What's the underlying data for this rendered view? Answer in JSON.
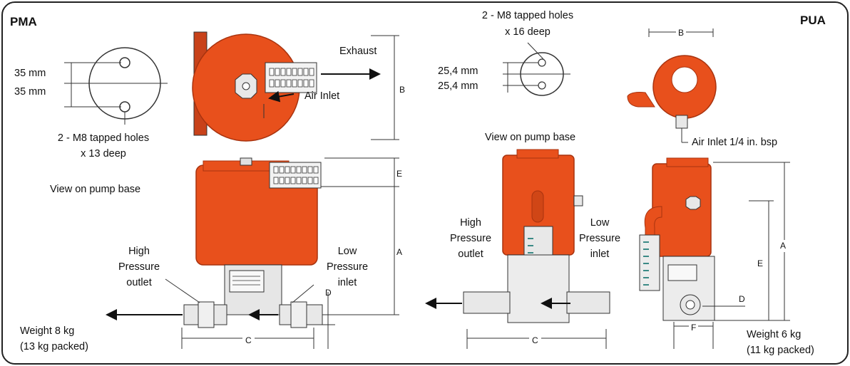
{
  "pma": {
    "title": "PMA",
    "hole_spacing_1": "35 mm",
    "hole_spacing_2": "35 mm",
    "holes_line1": "2 - M8 tapped holes",
    "holes_line2": "x 13 deep",
    "view_label": "View on pump base",
    "exhaust": "Exhaust",
    "air_inlet": "Air Inlet",
    "dim_a": "A",
    "dim_b": "B",
    "dim_c": "C",
    "dim_d": "D",
    "dim_e": "E",
    "hp_line1": "High",
    "hp_line2": "Pressure",
    "hp_line3": "outlet",
    "lp_line1": "Low",
    "lp_line2": "Pressure",
    "lp_line3": "inlet",
    "weight_line1": "Weight 8 kg",
    "weight_line2": "(13 kg packed)"
  },
  "pua": {
    "title": "PUA",
    "holes_line1": "2 - M8 tapped holes",
    "holes_line2": "x 16 deep",
    "hole_spacing_1": "25,4 mm",
    "hole_spacing_2": "25,4 mm",
    "view_label": "View on pump base",
    "air_inlet": "Air Inlet 1/4 in. bsp",
    "dim_a": "A",
    "dim_b": "B",
    "dim_c": "C",
    "dim_d": "D",
    "dim_e": "E",
    "dim_f": "F",
    "hp_line1": "High",
    "hp_line2": "Pressure",
    "hp_line3": "outlet",
    "lp_line1": "Low",
    "lp_line2": "Pressure",
    "lp_line3": "inlet",
    "weight_line1": "Weight 6 kg",
    "weight_line2": "(11 kg packed)"
  },
  "colors": {
    "pump_orange": "#e8501c",
    "pump_dark": "#b83a12",
    "metal": "#dcdcdc",
    "border": "#222222"
  }
}
